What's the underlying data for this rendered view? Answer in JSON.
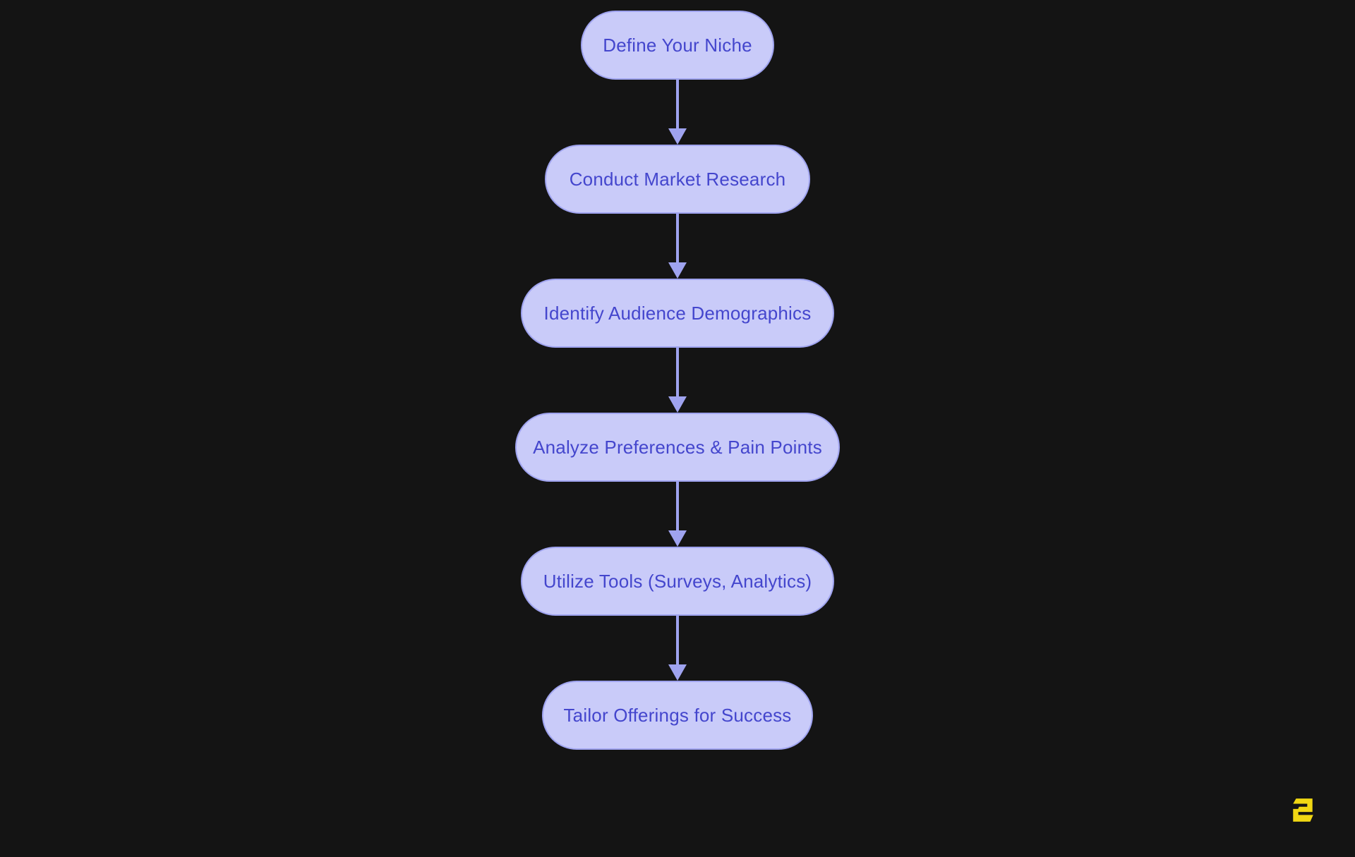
{
  "flowchart": {
    "type": "vertical-flow",
    "nodes": [
      {
        "label": "Define Your Niche"
      },
      {
        "label": "Conduct Market Research"
      },
      {
        "label": "Identify Audience Demographics"
      },
      {
        "label": "Analyze Preferences & Pain Points"
      },
      {
        "label": "Utilize Tools (Surveys, Analytics)"
      },
      {
        "label": "Tailor Offerings for Success"
      }
    ],
    "connections": [
      {
        "from": "Define Your Niche",
        "to": "Conduct Market Research"
      },
      {
        "from": "Conduct Market Research",
        "to": "Identify Audience Demographics"
      },
      {
        "from": "Identify Audience Demographics",
        "to": "Analyze Preferences & Pain Points"
      },
      {
        "from": "Analyze Preferences & Pain Points",
        "to": "Utilize Tools (Surveys, Analytics)"
      },
      {
        "from": "Utilize Tools (Surveys, Analytics)",
        "to": "Tailor Offerings for Success"
      }
    ]
  },
  "branding": {
    "watermark_icon": "s-logo-icon"
  },
  "theme": {
    "background": "#141414",
    "node_fill": "#c9cbf9",
    "node_border": "#9fa3ef",
    "node_text": "#4446cd",
    "arrow": "#9fa3ef",
    "logo_color": "#f0d713"
  }
}
